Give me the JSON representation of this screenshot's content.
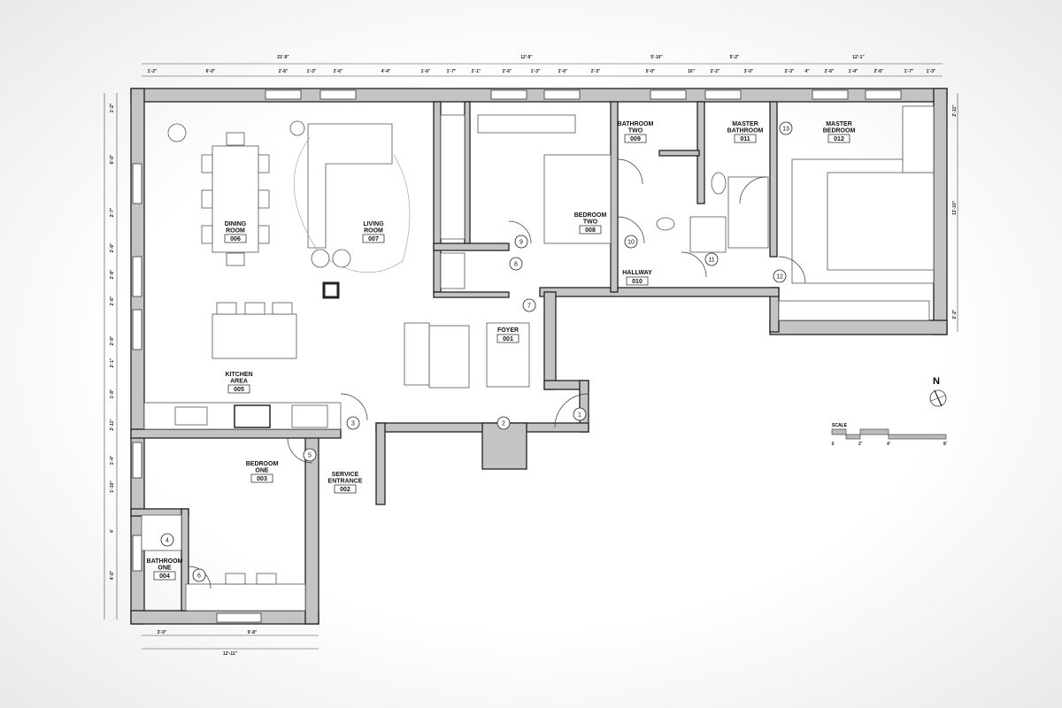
{
  "plan": {
    "rooms": [
      {
        "name": "FOYER",
        "number": "001"
      },
      {
        "name": "SERVICE ENTRANCE",
        "number": "002"
      },
      {
        "name": "BEDROOM ONE",
        "number": "003"
      },
      {
        "name": "BATHROOM ONE",
        "number": "004"
      },
      {
        "name": "KITCHEN AREA",
        "number": "005"
      },
      {
        "name": "DINING ROOM",
        "number": "006"
      },
      {
        "name": "LIVING ROOM",
        "number": "007"
      },
      {
        "name": "BEDROOM TWO",
        "number": "008"
      },
      {
        "name": "BATHROOM TWO",
        "number": "009"
      },
      {
        "name": "HALLWAY",
        "number": "010"
      },
      {
        "name": "MASTER BATHROOM",
        "number": "011"
      },
      {
        "name": "MASTER BEDROOM",
        "number": "012"
      }
    ],
    "doors": [
      "1",
      "2",
      "3",
      "4",
      "5",
      "6",
      "7",
      "8",
      "9",
      "10",
      "11",
      "12",
      "13"
    ],
    "top_overall_dims": [
      "21'-9\"",
      "12'-9\"",
      "5'-10\"",
      "5'-2\"",
      "12'-1\""
    ],
    "top_sub_dims": [
      "1'-2\"",
      "6'-0\"",
      "2'-6\"",
      "1'-3\"",
      "2'-6\"",
      "4'-4\"",
      "1'-6\"",
      "1'-7\"",
      "2'-1\"",
      "2'-6\"",
      "1'-3\"",
      "2'-6\"",
      "2'-3\"",
      "5'-0\"",
      "10\"",
      "2'-2\"",
      "3'-0\"",
      "2'-3\"",
      "4\"",
      "2'-6\"",
      "1'-4\"",
      "2'-6\"",
      "1'-7\"",
      "1'-3\""
    ],
    "bottom_dims": [
      "3'-0\"",
      "9'-8\"",
      "12'-11\""
    ],
    "right_dims": [
      "2'-11\"",
      "13'-10\"",
      "2'-2\""
    ],
    "left_dims": [
      "1'-2\"",
      "6'-0\"",
      "2'-7\"",
      "2'-9\"",
      "2'-9\"",
      "2'-6\"",
      "2'-9\"",
      "2'-1\"",
      "1'-8\"",
      "2'-11\"",
      "1'-4\"",
      "1'-10\"",
      "4'",
      "4'-5\""
    ]
  },
  "legend": {
    "north": "N",
    "scale_label": "SCALE",
    "scale_ticks": [
      "0",
      "2'",
      "4'",
      "8'"
    ]
  },
  "colors": {
    "wall": "#c4c4c4",
    "line": "#222222",
    "background": "#ffffff"
  }
}
